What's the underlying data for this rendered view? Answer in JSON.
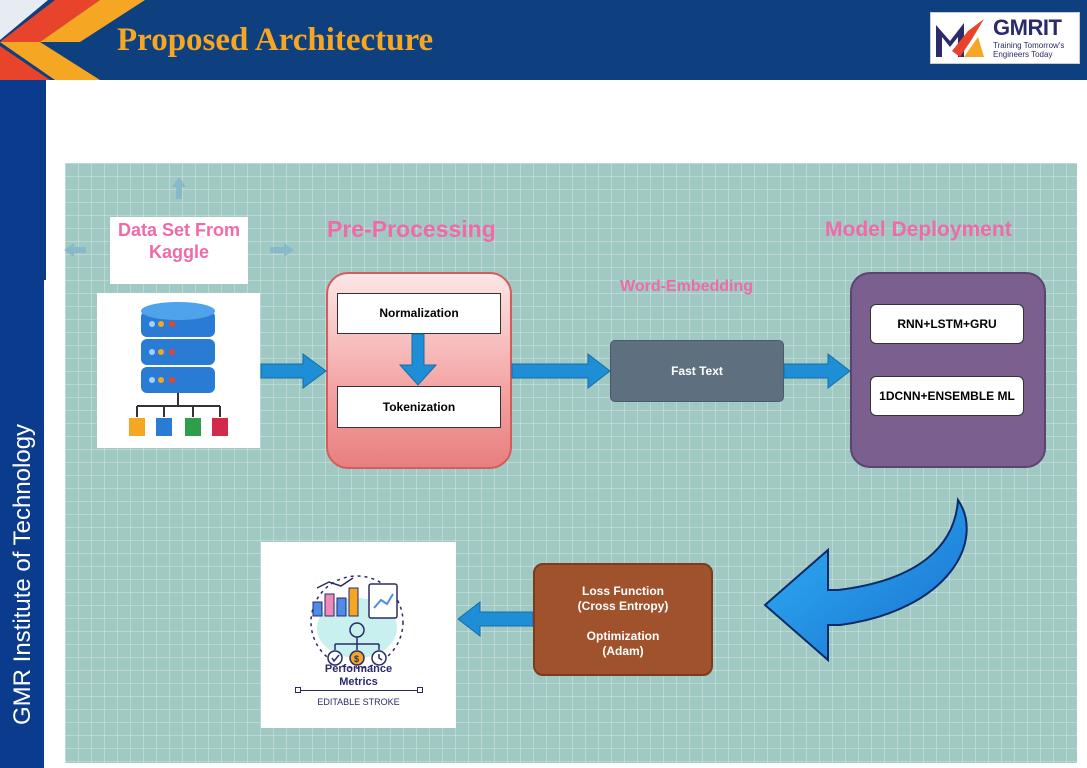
{
  "header": {
    "title": "Proposed Architecture",
    "logo": {
      "name": "GMRIT",
      "tagline": "Training Tomorrow's Engineers Today"
    }
  },
  "sidebar": {
    "institute": "GMR Institute of Technology"
  },
  "diagram": {
    "dataset_label": "Data Set From Kaggle",
    "preprocessing_title": "Pre-Processing",
    "normalization": "Normalization",
    "tokenization": "Tokenization",
    "word_embedding_title": "Word-Embedding",
    "fast_text": "Fast Text",
    "model_deployment_title": "Model Deployment",
    "model_1": "RNN+LSTM+GRU",
    "model_2": "1DCNN+ENSEMBLE ML",
    "loss_function": "Loss Function",
    "loss_detail": "(Cross Entropy)",
    "optimization": "Optimization",
    "optimization_detail": "(Adam)",
    "performance_title_1": "Performance",
    "performance_title_2": "Metrics",
    "performance_caption": "EDITABLE STROKE",
    "performance_symbol": "$"
  },
  "colors": {
    "header_bg": "#0e3f7e",
    "title": "#f5a623",
    "accent_pink": "#f06aa8",
    "canvas": "#9fc9c2",
    "arrow": "#1e8fd6",
    "fast_text_box": "#5e7080",
    "model_box": "#7a5f8f",
    "loss_box": "#a0522d"
  }
}
